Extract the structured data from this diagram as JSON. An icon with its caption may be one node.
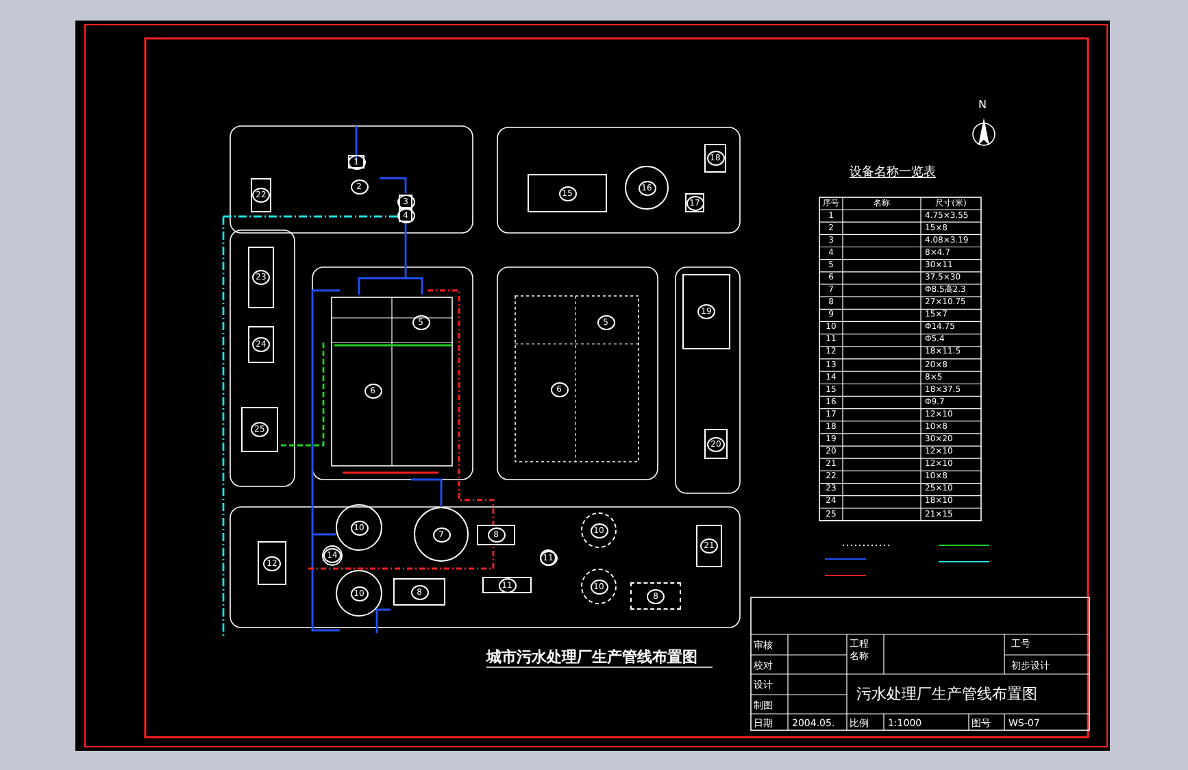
{
  "diagram": {
    "title": "城市污水处理厂生产管线布置图",
    "nodes": [
      {
        "text": [
          "1"
        ]
      },
      {
        "text": [
          "2"
        ]
      },
      {
        "text": [
          "3"
        ]
      },
      {
        "text": [
          "4"
        ]
      },
      {
        "text": [
          "22"
        ]
      },
      {
        "text": [
          "23"
        ]
      },
      {
        "text": [
          "24"
        ]
      },
      {
        "text": [
          "25"
        ]
      },
      {
        "text": [
          "5"
        ]
      },
      {
        "text": [
          "6"
        ]
      },
      {
        "text": [
          "15"
        ]
      },
      {
        "text": [
          "16"
        ]
      },
      {
        "text": [
          "17"
        ]
      },
      {
        "text": [
          "18"
        ]
      },
      {
        "text": [
          "5"
        ]
      },
      {
        "text": [
          "6"
        ]
      },
      {
        "text": [
          "19"
        ]
      },
      {
        "text": [
          "20"
        ]
      },
      {
        "text": [
          "12"
        ]
      },
      {
        "text": [
          "10"
        ]
      },
      {
        "text": [
          "14"
        ]
      },
      {
        "text": [
          "10"
        ]
      },
      {
        "text": [
          "7"
        ]
      },
      {
        "text": [
          "8"
        ]
      },
      {
        "text": [
          "8"
        ]
      },
      {
        "text": [
          "11"
        ]
      },
      {
        "text": [
          "10"
        ]
      },
      {
        "text": [
          "11"
        ]
      },
      {
        "text": [
          "10"
        ]
      },
      {
        "text": [
          "8"
        ]
      },
      {
        "text": [
          "21"
        ]
      }
    ],
    "labels": [
      "N",
      "设备名称一览表",
      "序号",
      "名称",
      "尺寸(米)",
      "1",
      "4.75×3.55",
      "2",
      "15×8",
      "3",
      "4.08×3.19",
      "4",
      "8×4.7",
      "5",
      "30×11",
      "6",
      "37.5×30",
      "7",
      "Φ8.5高2.3",
      "8",
      "27×10.75",
      "9",
      "15×7",
      "10",
      "Φ14.75",
      "11",
      "Φ5.4",
      "12",
      "18×11.5",
      "13",
      "20×8",
      "14",
      "8×5",
      "15",
      "18×37.5",
      "16",
      "Φ9.7",
      "17",
      "12×10",
      "18",
      "10×8",
      "19",
      "30×20",
      "20",
      "12×10",
      "21",
      "12×10",
      "22",
      "10×8",
      "23",
      "25×10",
      "24",
      "18×10",
      "25",
      "21×15",
      "审核",
      "校对",
      "设计",
      "制图",
      "日期",
      "2004.05.",
      "工程名称",
      "比例",
      "1:1000",
      "图号",
      "WS-07",
      "工号",
      "初步设计",
      "污水处理厂生产管线布置图"
    ]
  }
}
